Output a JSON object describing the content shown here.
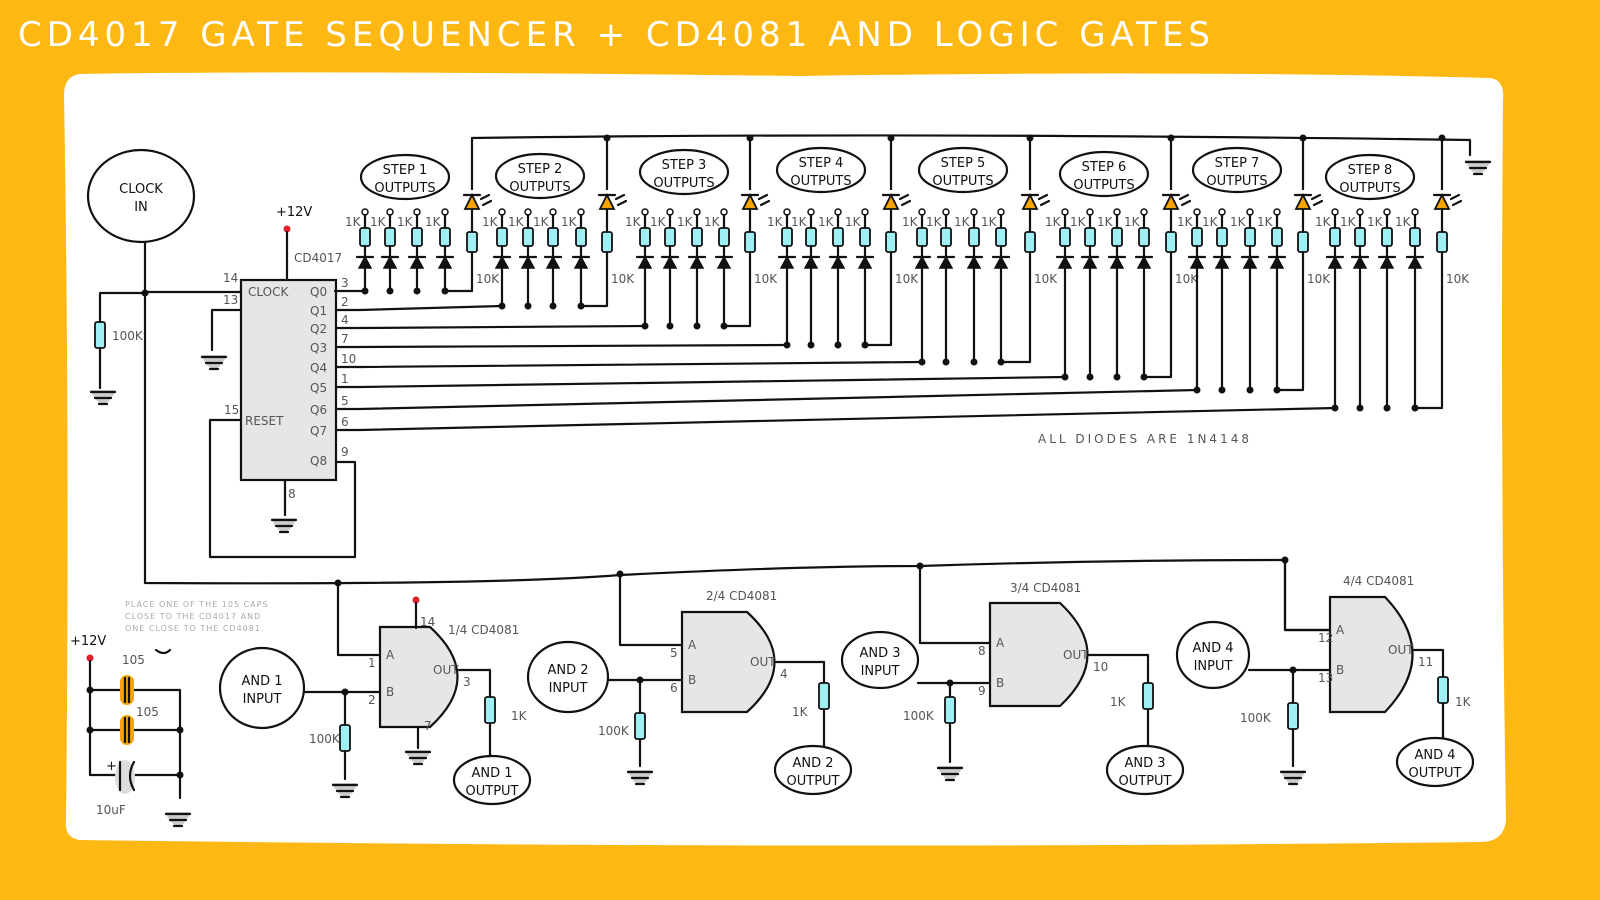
{
  "title": "CD4017 GATE SEQUENCER + CD4081 AND LOGIC GATES",
  "colors": {
    "background": "#FDB813",
    "panel": "#FFFFFF",
    "resistor": "#9FEFF5",
    "led": "#F6A400",
    "chip": "#E6E6E6",
    "supply_dot": "#E0202A"
  },
  "clock": {
    "line1": "CLOCK",
    "line2": "IN",
    "pulldown": "100K"
  },
  "sequencer": {
    "chip_name": "CD4017",
    "supply": "+12V",
    "clock_pin_label": "CLOCK",
    "reset_label": "RESET",
    "clock_pin": "14",
    "enable_pin": "13",
    "reset_pin": "15",
    "ground_pin": "8",
    "outputs": [
      {
        "label": "Q0",
        "pin": "3"
      },
      {
        "label": "Q1",
        "pin": "2"
      },
      {
        "label": "Q2",
        "pin": "4"
      },
      {
        "label": "Q3",
        "pin": "7"
      },
      {
        "label": "Q4",
        "pin": "10"
      },
      {
        "label": "Q5",
        "pin": "1"
      },
      {
        "label": "Q6",
        "pin": "5"
      },
      {
        "label": "Q7",
        "pin": "6"
      },
      {
        "label": "Q8",
        "pin": "9"
      }
    ]
  },
  "steps": [
    {
      "line1": "STEP 1",
      "line2": "OUTPUTS"
    },
    {
      "line1": "STEP 2",
      "line2": "OUTPUTS"
    },
    {
      "line1": "STEP 3",
      "line2": "OUTPUTS"
    },
    {
      "line1": "STEP 4",
      "line2": "OUTPUTS"
    },
    {
      "line1": "STEP 5",
      "line2": "OUTPUTS"
    },
    {
      "line1": "STEP 6",
      "line2": "OUTPUTS"
    },
    {
      "line1": "STEP 7",
      "line2": "OUTPUTS"
    },
    {
      "line1": "STEP 8",
      "line2": "OUTPUTS"
    }
  ],
  "step_resistor": "1K",
  "led_resistor": "10K",
  "diode_note": "ALL DIODES ARE 1N4148",
  "gates": [
    {
      "name": "1/4 CD4081",
      "a": "1",
      "b": "2",
      "out": "3",
      "pin_a": "A",
      "pin_b": "B",
      "pin_out": "OUT",
      "vdd": "14",
      "gnd": "7",
      "input": [
        "AND 1",
        "INPUT"
      ],
      "output": [
        "AND 1",
        "OUTPUT"
      ],
      "pulldown": "100K",
      "out_res": "1K"
    },
    {
      "name": "2/4 CD4081",
      "a": "5",
      "b": "6",
      "out": "4",
      "pin_a": "A",
      "pin_b": "B",
      "pin_out": "OUT",
      "input": [
        "AND 2",
        "INPUT"
      ],
      "output": [
        "AND 2",
        "OUTPUT"
      ],
      "pulldown": "100K",
      "out_res": "1K"
    },
    {
      "name": "3/4 CD4081",
      "a": "8",
      "b": "9",
      "out": "10",
      "pin_a": "A",
      "pin_b": "B",
      "pin_out": "OUT",
      "input": [
        "AND 3",
        "INPUT"
      ],
      "output": [
        "AND 3",
        "OUTPUT"
      ],
      "pulldown": "100K",
      "out_res": "1K"
    },
    {
      "name": "4/4 CD4081",
      "a": "12",
      "b": "13",
      "out": "11",
      "pin_a": "A",
      "pin_b": "B",
      "pin_out": "OUT",
      "input": [
        "AND 4",
        "INPUT"
      ],
      "output": [
        "AND 4",
        "OUTPUT"
      ],
      "pulldown": "100K",
      "out_res": "1K"
    }
  ],
  "power": {
    "supply": "+12V",
    "cap1": "105",
    "cap2": "105",
    "electrolytic": "10uF",
    "polarity": "+",
    "note": [
      "PLACE ONE OF THE 105 CAPS",
      "CLOSE TO THE CD4017 AND",
      "ONE CLOSE TO THE CD4081."
    ]
  }
}
